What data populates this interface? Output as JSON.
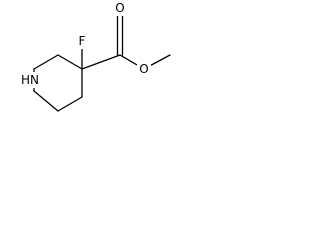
{
  "molecule": {
    "atoms": {
      "fluorine": "F",
      "carbonyl_oxygen": "O",
      "ester_oxygen": "O",
      "ring_nitrogen": "HN"
    },
    "colors": {
      "bond": "#000000",
      "text": "#000000",
      "background": "#ffffff"
    }
  }
}
